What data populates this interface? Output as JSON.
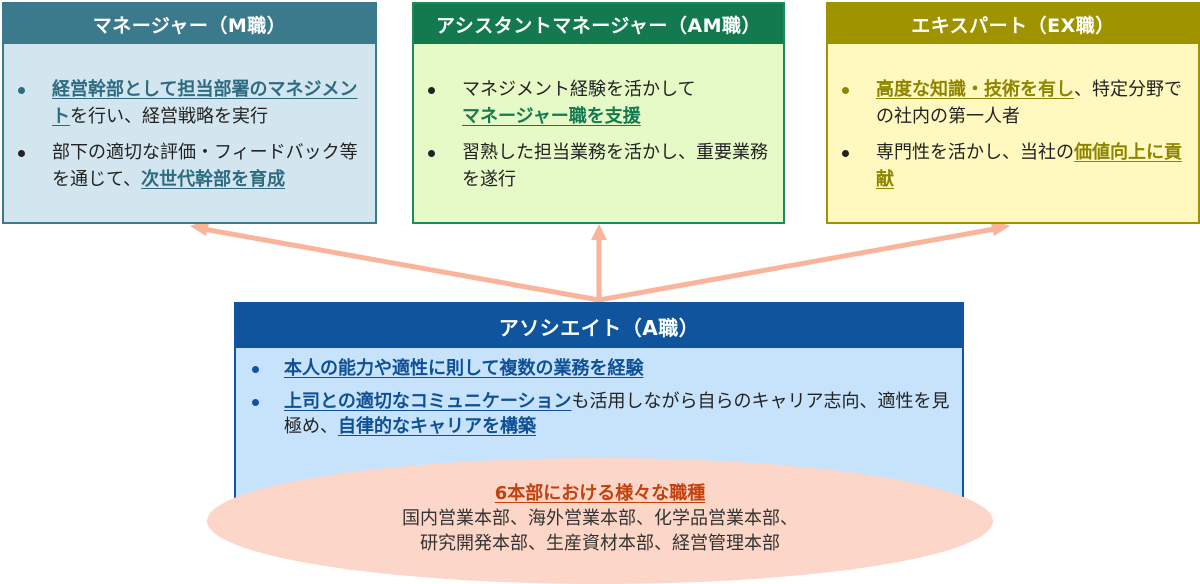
{
  "colors": {
    "manager": "#3a7a8c",
    "assistant_manager": "#137a50",
    "expert": "#a09300",
    "associate": "#0f549c",
    "arrow": "#f9b49a",
    "departments_title": "#c2410c"
  },
  "manager": {
    "title": "マネージャー（M職）",
    "items": [
      {
        "highlight": "経営幹部として担当部署のマネジメント",
        "text": "を行い、経営戦略を実行"
      },
      {
        "text": "部下の適切な評価・フィードバック等を通じて、",
        "highlight": "次世代幹部を育成"
      }
    ]
  },
  "assistant_manager": {
    "title": "アシスタントマネージャー（AM職）",
    "items": [
      {
        "text": "マネジメント経験を活かして",
        "highlight": "マネージャー職を支援"
      },
      {
        "text": "習熟した担当業務を活かし、重要業務を遂行"
      }
    ]
  },
  "expert": {
    "title": "エキスパート（EX職）",
    "items": [
      {
        "highlight": "高度な知識・技術を有し",
        "text": "、特定分野での社内の第一人者"
      },
      {
        "text": "専門性を活かし、当社の",
        "highlight": "価値向上に貢献"
      }
    ]
  },
  "associate": {
    "title": "アソシエイト（A職）",
    "items": [
      {
        "highlight": "本人の能力や適性に則して複数の業務を経験"
      },
      {
        "highlight": "上司との適切なコミュニケーション",
        "text": "も活用しながら自らのキャリア志向、適性を見極め、",
        "highlight2": "自律的なキャリアを構築"
      }
    ]
  },
  "departments": {
    "title": "6本部における様々な職種",
    "line1": "国内営業本部、海外営業本部、化学品営業本部、",
    "line2": "研究開発本部、生産資材本部、経営管理本部"
  }
}
